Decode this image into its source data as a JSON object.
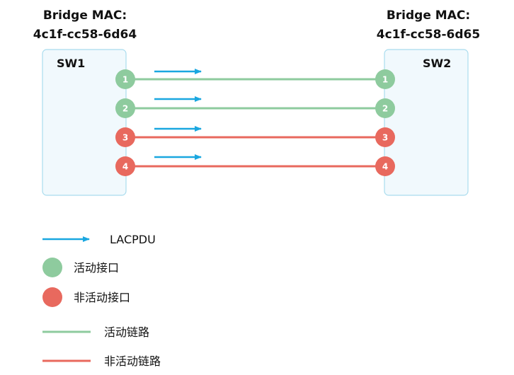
{
  "colors": {
    "active": "#8ecb9e",
    "inactive": "#e8695e",
    "lacpdu": "#1aa7e0",
    "switch_fill": "#f1f9fd",
    "switch_border": "#a9dcee"
  },
  "sw1": {
    "name": "SW1",
    "mac_label": "Bridge MAC:",
    "mac_value": "4c1f-cc58-6d64"
  },
  "sw2": {
    "name": "SW2",
    "mac_label": "Bridge MAC:",
    "mac_value": "4c1f-cc58-6d65"
  },
  "links": [
    {
      "port": "1",
      "state": "active"
    },
    {
      "port": "2",
      "state": "active"
    },
    {
      "port": "3",
      "state": "inactive"
    },
    {
      "port": "4",
      "state": "inactive"
    }
  ],
  "legend": {
    "lacpdu": "LACPDU",
    "active_port": "活动接口",
    "inactive_port": "非活动接口",
    "active_link": "活动链路",
    "inactive_link": "非活动链路"
  }
}
